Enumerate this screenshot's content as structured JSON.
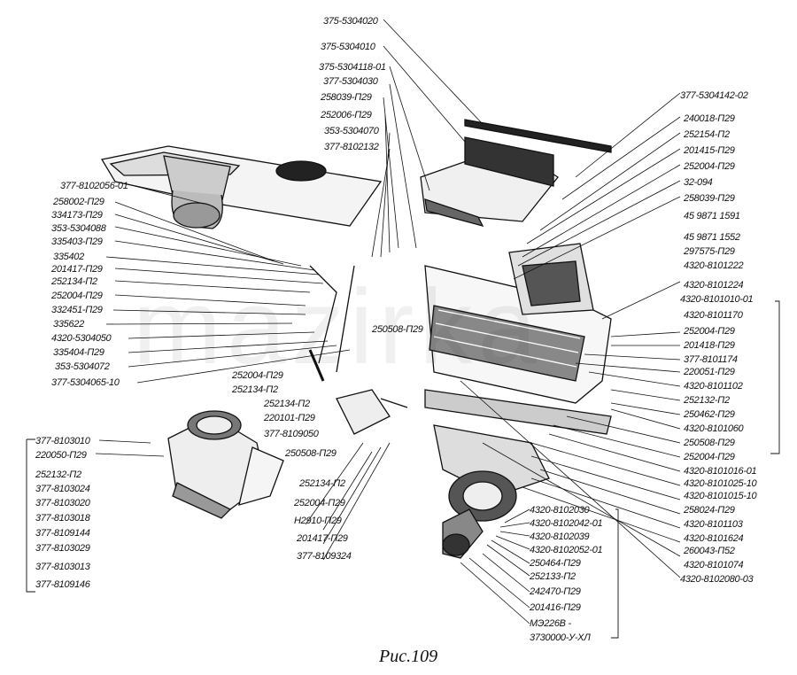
{
  "watermark": "mazirka",
  "caption": "Рис.109",
  "labels": {
    "top": [
      "375-5304020",
      "375-5304010",
      "375-5304118-01",
      "377-5304030",
      "258039-П29",
      "252006-П29",
      "353-5304070",
      "377-8102132"
    ],
    "left": [
      "377-8102056-01",
      "258002-П29",
      "334173-П29",
      "353-5304088",
      "335403-П29",
      "335402",
      "201417-П29",
      "252134-П2",
      "252004-П29",
      "332451-П29",
      "335622",
      "4320-5304050",
      "335404-П29",
      "353-5304072",
      "377-5304065-10"
    ],
    "left_bottom": [
      "377-8103010",
      "220050-П29",
      "252132-П2",
      "377-8103024",
      "377-8103020",
      "377-8103018",
      "377-8109144",
      "377-8103029",
      "377-8103013",
      "377-8109146"
    ],
    "mid": [
      "250508-П29",
      "252004-П29",
      "252134-П2",
      "252134-П2",
      "220101-П29",
      "377-8109050",
      "250508-П29"
    ],
    "mid_low": [
      "252134-П2",
      "252004-П29",
      "Н2910-П29",
      "201417-П29",
      "377-8109324"
    ],
    "bottom_center": [
      "4320-8102030",
      "4320-8102042-01",
      "4320-8102039",
      "4320-8102052-01",
      "250464-П29",
      "252133-П2",
      "242470-П29",
      "201416-П29",
      "МЭ226В -",
      "3730000-У-ХЛ"
    ],
    "right": [
      "377-5304142-02",
      "240018-П29",
      "252154-П2",
      "201415-П29",
      "252004-П29",
      "32-094",
      "258039-П29",
      "45 9871 1591",
      "45 9871 1552",
      "297575-П29",
      "4320-8101222",
      "4320-8101224",
      "4320-8101010-01",
      "4320-8101170",
      "252004-П29",
      "201418-П29",
      "377-8101174",
      "220051-П29",
      "4320-8101102",
      "252132-П2",
      "250462-П29",
      "4320-8101060",
      "250508-П29",
      "252004-П29",
      "4320-8101016-01",
      "4320-8101025-10",
      "4320-8101015-10",
      "258024-П29",
      "4320-8101103",
      "4320-8101624",
      "260043-П52",
      "4320-8101074",
      "4320-8102080-03"
    ]
  }
}
